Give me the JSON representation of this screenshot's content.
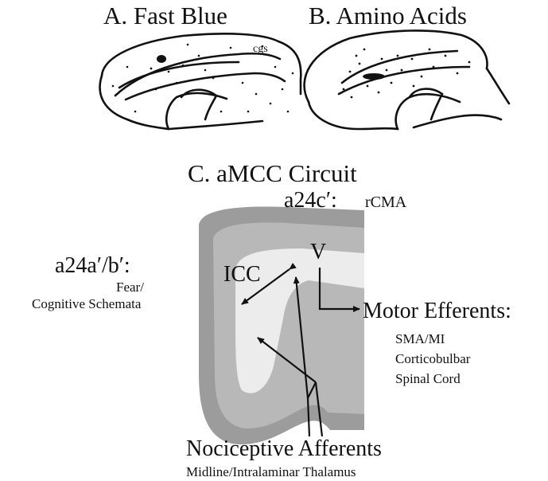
{
  "panel_a": {
    "title": "A. Fast Blue",
    "sulcus_label": "cgs"
  },
  "panel_b": {
    "title": "B. Amino Acids"
  },
  "panel_c": {
    "title": "C. aMCC Circuit",
    "a24c_label": "a24c′:",
    "a24c_desc": "rCMA",
    "a24ab_label": "a24a′/b′:",
    "a24ab_desc": [
      "Fear/",
      "Cognitive Schemata"
    ],
    "icc": "ICC",
    "layer_v": "V",
    "motor_title": "Motor Efferents:",
    "motor_targets": [
      "SMA/MI",
      "Corticobulbar",
      "Spinal Cord"
    ],
    "nociceptive_title": "Nociceptive Afferents",
    "nociceptive_source": "Midline/Intralaminar Thalamus"
  },
  "colors": {
    "ink": "#111111",
    "tissue_outer": "#9c9c9c",
    "tissue_inner": "#b8b8b8",
    "white_matter": "#ececec"
  }
}
